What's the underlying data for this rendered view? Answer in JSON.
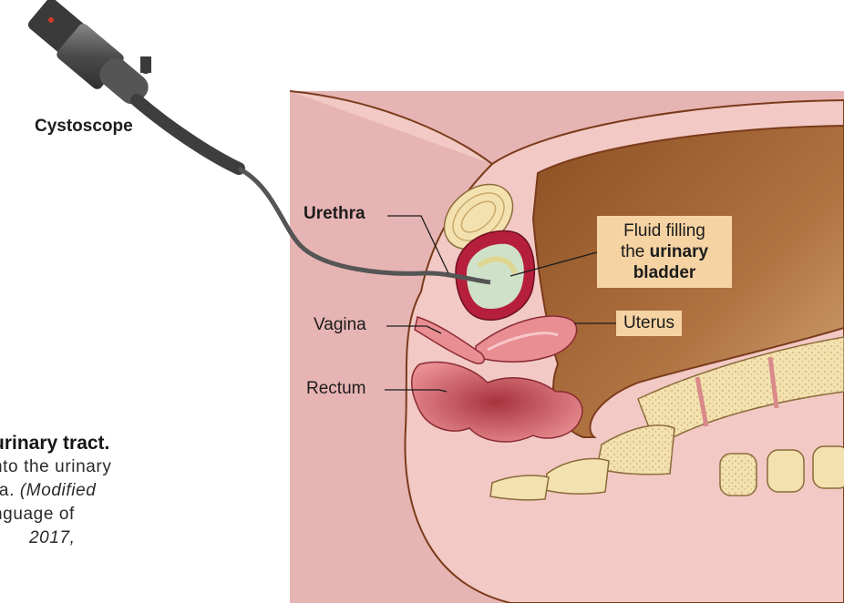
{
  "labels": {
    "cystoscope": "Cystoscope",
    "urethra": "Urethra",
    "vagina": "Vagina",
    "rectum": "Rectum",
    "uterus": "Uterus",
    "fluid_line1": "Fluid filling",
    "fluid_line2_prefix": "the ",
    "fluid_line2_bold": "urinary",
    "fluid_line3_bold": "bladder"
  },
  "caption": {
    "title_fragment": "urinary tract.",
    "line1": "nto the urinary",
    "line2_plain": "ra. ",
    "line2_italic": "(Modified",
    "line3": "nguage of",
    "line4_italic": "2017,"
  },
  "colors": {
    "skin": "#e7b4b4",
    "tissue_pink": "#f4c6c6",
    "abdomen_brown": "#9a5d2e",
    "bladder_wall": "#b51f3b",
    "bladder_fluid": "#cfe2c9",
    "bone": "#f3e2b0",
    "label_box": "#f5d3a3",
    "scope_body": "#5a5a5a"
  }
}
